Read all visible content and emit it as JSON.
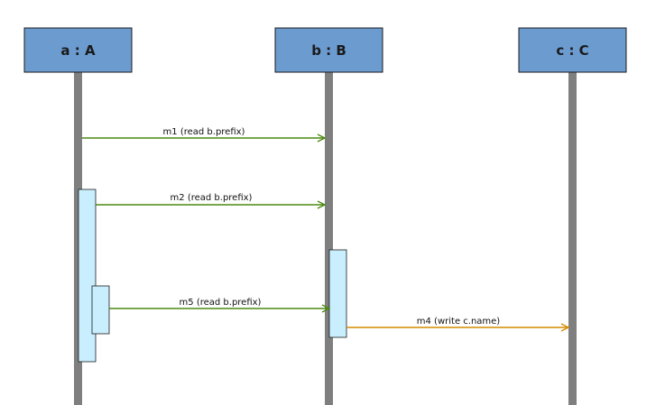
{
  "diagram": {
    "type": "sequence-diagram",
    "colors": {
      "header_fill": "#6c9bd0",
      "header_stroke": "#1b1b1b",
      "lifeline": "#7f7f7f",
      "activation_fill": "#c9efff",
      "activation_stroke": "#1b1b1b",
      "read_message": "#4b8a11",
      "write_message": "#d68a00"
    },
    "participants": [
      {
        "id": "a",
        "label": "a : A"
      },
      {
        "id": "b",
        "label": "b : B"
      },
      {
        "id": "c",
        "label": "c : C"
      }
    ],
    "messages": [
      {
        "id": "m1",
        "label": "m1 (read b.prefix)",
        "from": "a",
        "to": "b",
        "kind": "read"
      },
      {
        "id": "m2",
        "label": "m2 (read b.prefix)",
        "from": "a",
        "to": "b",
        "kind": "read"
      },
      {
        "id": "m5",
        "label": "m5 (read b.prefix)",
        "from": "a",
        "to": "b",
        "kind": "read"
      },
      {
        "id": "m4",
        "label": "m4 (write c.name)",
        "from": "b",
        "to": "c",
        "kind": "write"
      }
    ],
    "activations": [
      {
        "id": "act-a-outer",
        "participant": "a"
      },
      {
        "id": "act-a-inner",
        "participant": "a"
      },
      {
        "id": "act-b",
        "participant": "b"
      }
    ]
  }
}
